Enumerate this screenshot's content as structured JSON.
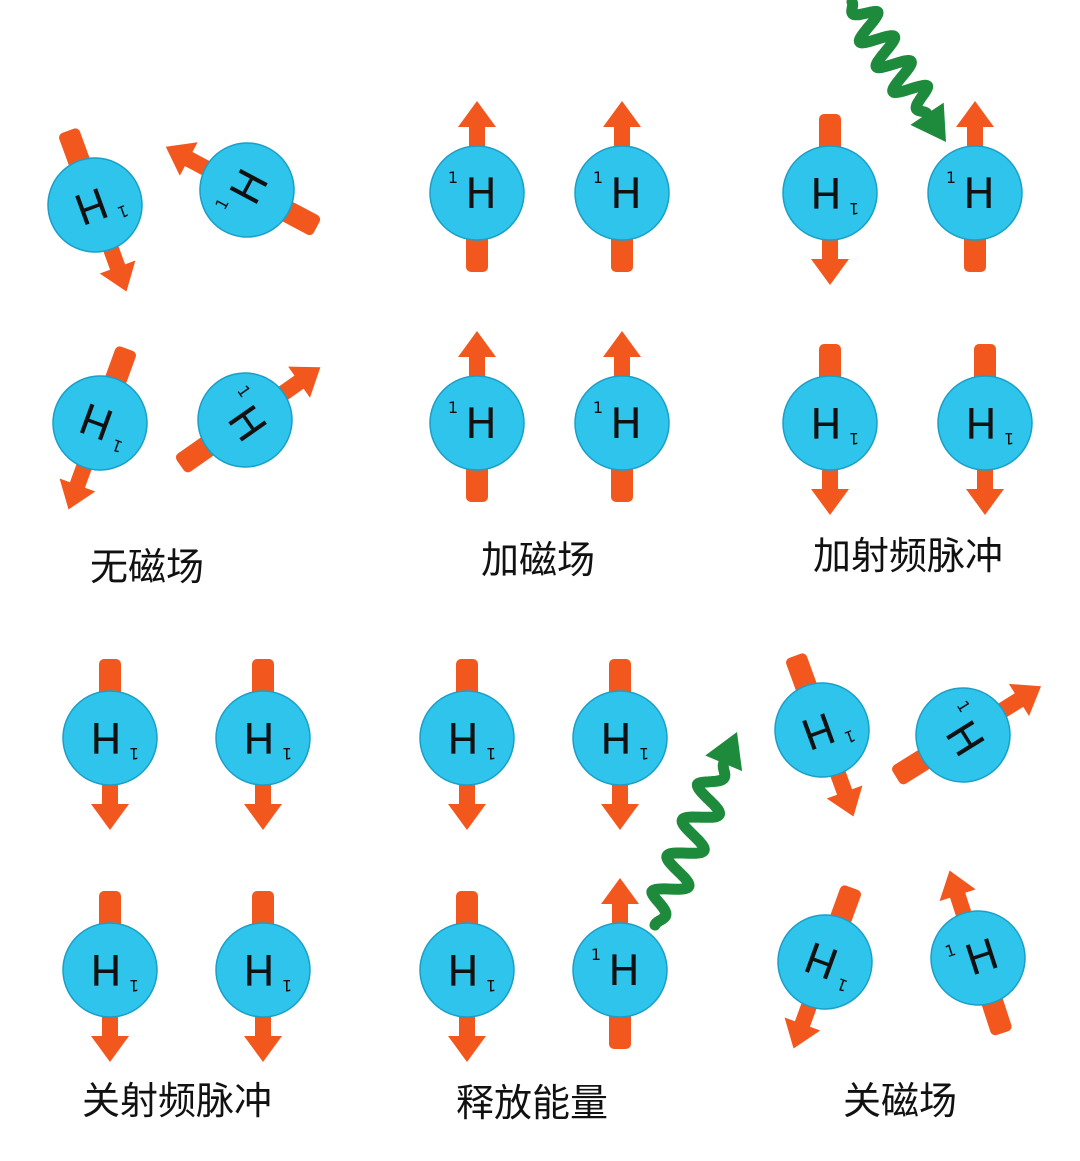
{
  "colors": {
    "proton_fill": "#2EC4EC",
    "proton_stroke": "#1a9fc7",
    "arrow": "#F2581E",
    "wave": "#1E8A3C",
    "text": "#111111"
  },
  "proton_label": "H",
  "proton_superscript": "1",
  "panels": [
    {
      "caption": "无磁场",
      "wave": "none",
      "protons": [
        {
          "spin_angle_deg": 160
        },
        {
          "spin_angle_deg": -62
        },
        {
          "spin_angle_deg": -160
        },
        {
          "spin_angle_deg": 55
        }
      ]
    },
    {
      "caption": "加磁场",
      "wave": "none",
      "protons": [
        {
          "spin_angle_deg": 0
        },
        {
          "spin_angle_deg": 0
        },
        {
          "spin_angle_deg": 0
        },
        {
          "spin_angle_deg": 0
        }
      ]
    },
    {
      "caption": "加射频脉冲",
      "wave": "incoming",
      "protons": [
        {
          "spin_angle_deg": 180
        },
        {
          "spin_angle_deg": 0
        },
        {
          "spin_angle_deg": 180
        },
        {
          "spin_angle_deg": 180
        }
      ]
    },
    {
      "caption": "关射频脉冲",
      "wave": "none",
      "protons": [
        {
          "spin_angle_deg": 180
        },
        {
          "spin_angle_deg": 180
        },
        {
          "spin_angle_deg": 180
        },
        {
          "spin_angle_deg": 180
        }
      ]
    },
    {
      "caption": "释放能量",
      "wave": "outgoing",
      "protons": [
        {
          "spin_angle_deg": 180
        },
        {
          "spin_angle_deg": 180
        },
        {
          "spin_angle_deg": 180
        },
        {
          "spin_angle_deg": 0
        }
      ]
    },
    {
      "caption": "关磁场",
      "wave": "none",
      "protons": [
        {
          "spin_angle_deg": 160
        },
        {
          "spin_angle_deg": 58
        },
        {
          "spin_angle_deg": -160
        },
        {
          "spin_angle_deg": -18
        }
      ]
    }
  ]
}
